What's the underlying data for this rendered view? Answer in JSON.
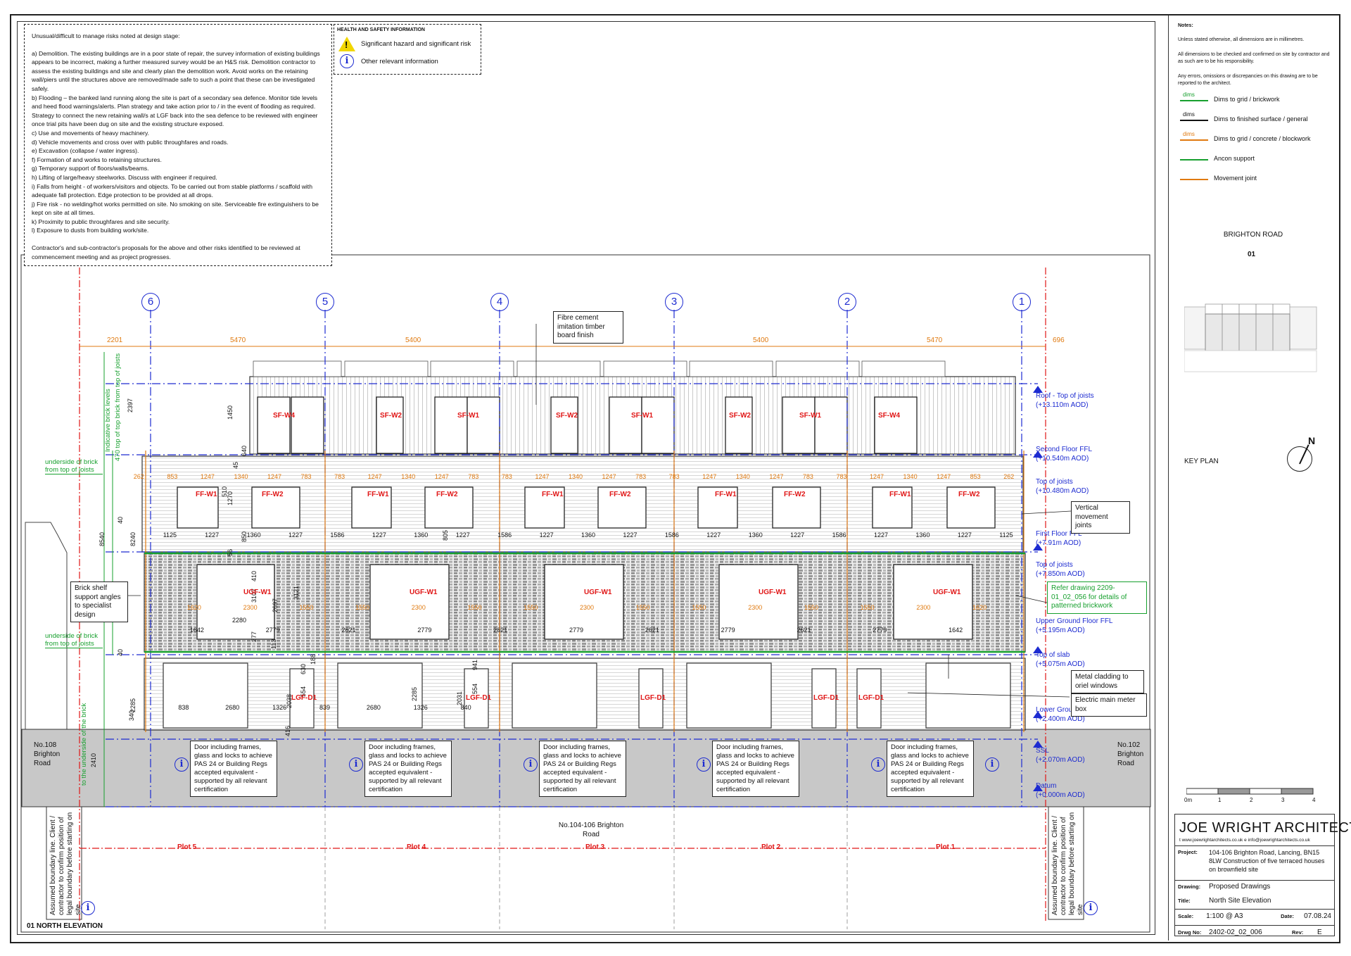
{
  "risks": {
    "heading": "Unusual/difficult to manage risks noted at design stage:",
    "items": [
      "a) Demolition. The existing buildings are in a poor state of repair, the survey information of existing buildings appears to be incorrect, making a further measured survey would be an H&S risk. Demolition contractor to assess the existing buildings and site and clearly plan the demolition work. Avoid works on the retaining wall/piers until the structures above are removed/made safe to such a point that these can be investigated safely.",
      "b) Flooding – the banked land running along the site is part of a secondary sea defence. Monitor tide levels and heed flood warnings/alerts. Plan strategy and take action prior to / in the event of flooding as required. Strategy to connect the new retaining wall/s at LGF back into the sea defence to be reviewed with engineer once trial pits have been dug on site and the existing structure exposed.",
      "c) Use and movements of heavy machinery.",
      "d) Vehicle movements and cross over with public throughfares and roads.",
      "e) Excavation (collapse / water ingress).",
      "f) Formation of and works to retaining structures.",
      "g) Temporary support of floors/walls/beams.",
      "h) Lifting of large/heavy steelworks. Discuss with engineer if required.",
      "i) Falls from height - of workers/visitors and objects. To be carried out from stable platforms / scaffold with adequate fall protection. Edge protection to be provided at all drops.",
      "j) Fire risk - no welding/hot works permitted on site. No smoking on site. Serviceable fire extinguishers to be kept on site at all times.",
      "k) Proximity to public throughfares and site security.",
      "l) Exposure to dusts from building work/site."
    ],
    "footer": "Contractor's and sub-contractor's proposals for the above and other risks identified to be reviewed at commencement meeting and as project progresses."
  },
  "hs": {
    "title": "HEALTH AND SAFETY INFORMATION",
    "hazard": "Significant hazard and significant risk",
    "info": "Other relevant information",
    "info_glyph": "i"
  },
  "notes": {
    "title": "Notes:",
    "lines": [
      "Unless stated otherwise, all dimensions are in millimetres.",
      "All dimensions to be checked and confirmed on site by contractor and as such are to be his responsibility.",
      "Any errors, omissions or discrepancies on this drawing are to be reported to the architect."
    ],
    "legend": [
      {
        "tag": "dims",
        "label": "Dims to grid / brickwork",
        "color": "#17a02e"
      },
      {
        "tag": "dims",
        "label": "Dims to finished surface / general",
        "color": "#111111"
      },
      {
        "tag": "dims",
        "label": "Dims to grid / concrete / blockwork",
        "color": "#e07a10"
      },
      {
        "tag": "",
        "label": "Ancon support",
        "color": "#17a02e"
      },
      {
        "tag": "",
        "label": "Movement joint",
        "color": "#e07a10"
      }
    ]
  },
  "keyplan": {
    "road": "BRIGHTON ROAD",
    "ref": "01",
    "label": "KEY PLAN",
    "north": "N"
  },
  "scalebar": [
    "0m",
    "1",
    "2",
    "3",
    "4"
  ],
  "titleblock": {
    "firm": "JOE WRIGHT ARCHITECTS",
    "contact": "t www.joewrightarchitects.co.uk   e info@joewrightarchitects.co.uk",
    "project_label": "Project:",
    "project": "104-106 Brighton Road, Lancing, BN15 8LW Construction of five terraced houses on brownfield site",
    "drawing_label": "Drawing:",
    "drawing": "Proposed Drawings",
    "title_label": "Title:",
    "title": "North Site Elevation",
    "scale_label": "Scale:",
    "scale": "1:100 @ A3",
    "date_label": "Date:",
    "date": "07.08.24",
    "drgno_label": "Drwg No:",
    "drgno": "2402-02_02_006",
    "rev_label": "Rev:",
    "rev": "E"
  },
  "elevation": {
    "caption": "01 NORTH ELEVATION",
    "grids": [
      "6",
      "5",
      "4",
      "3",
      "2",
      "1"
    ],
    "top_dims": [
      "2201",
      "5470",
      "5400",
      "5400",
      "5400",
      "5470",
      "696"
    ],
    "second_floor_dims": [
      "262",
      "853",
      "1247",
      "1340",
      "1247",
      "783",
      "783",
      "1247",
      "1340",
      "1247",
      "783",
      "783",
      "1247",
      "1340",
      "1247",
      "783",
      "783",
      "1247",
      "1340",
      "1247",
      "783",
      "783",
      "1247",
      "1340",
      "1247",
      "853",
      "262"
    ],
    "first_floor_dims": [
      "1125",
      "1227",
      "1360",
      "1227",
      "1586",
      "1227",
      "1360",
      "1227",
      "1586",
      "1227",
      "1360",
      "1227",
      "1586",
      "1227",
      "1360",
      "1227",
      "1586",
      "1227",
      "1360",
      "1227",
      "1125"
    ],
    "ugf_dims": [
      "1620",
      "2300",
      "1550",
      "1550",
      "2300",
      "1550",
      "1550",
      "2300",
      "1550",
      "1550",
      "2300",
      "1550",
      "1550",
      "2300",
      "1620"
    ],
    "ugf_sub_dims": [
      "1642",
      "2779",
      "2621",
      "2779",
      "2621",
      "2779",
      "2621",
      "2779",
      "2621",
      "2779",
      "1642"
    ],
    "lgf_dims": [
      "838",
      "2680",
      "1326",
      "839",
      "2680",
      "1326",
      "840"
    ],
    "vertical_dims": [
      "2397",
      "1450",
      "640",
      "45",
      "1270",
      "510",
      "40",
      "850",
      "805",
      "8240",
      "8540",
      "56",
      "410",
      "3107",
      "3121",
      "2697",
      "277",
      "113",
      "40",
      "188",
      "630",
      "554",
      "2038",
      "2285",
      "2285",
      "941",
      "554",
      "2031",
      "340",
      "416",
      "2410"
    ],
    "inline_dims": [
      "2280"
    ],
    "sf_windows": [
      "SF-W4",
      "SF-W2",
      "SF-W1",
      "SF-W2",
      "SF-W1",
      "SF-W2",
      "SF-W1",
      "SF-W4"
    ],
    "ff_windows": [
      "FF-W1",
      "FF-W2",
      "FF-W1",
      "FF-W2",
      "FF-W1",
      "FF-W2",
      "FF-W1",
      "FF-W2",
      "FF-W1",
      "FF-W2"
    ],
    "ugf_windows": [
      "UGF-W1",
      "UGF-W1",
      "UGF-W1",
      "UGF-W1",
      "UGF-W1"
    ],
    "lgf_doors": [
      "LGF-D1",
      "LGF-D1",
      "LGF-D1",
      "LGF-D1",
      "LGF-D1"
    ],
    "levels": [
      {
        "name": "Roof - Top of joists",
        "value": "(+13.110m AOD)"
      },
      {
        "name": "Second Floor FFL",
        "value": "(+10.540m AOD)"
      },
      {
        "name": "Top of joists",
        "value": "(+10.480m AOD)"
      },
      {
        "name": "First Floor FFL",
        "value": "(+7.91m AOD)"
      },
      {
        "name": "Top of joists",
        "value": "(+7.850m AOD)"
      },
      {
        "name": "Upper Ground Floor FFL",
        "value": "(+5.195m AOD)"
      },
      {
        "name": "Top of slab",
        "value": "(+5.075m AOD)"
      },
      {
        "name": "Lower Ground Floor FFL",
        "value": "(+2.400m AOD)"
      },
      {
        "name": "SSL",
        "value": "(+2.070m AOD)"
      },
      {
        "name": "Datum",
        "value": "(+0.000m AOD)"
      }
    ],
    "callouts": {
      "fibre_cement": "Fibre cement imitation timber board finish",
      "movement_joints": "Vertical movement joints",
      "brick_shelf": "Brick shelf support angles to specialist design",
      "patterned_brick": "Refer drawing 2209-01_02_056 for details of patterned brickwork",
      "metal_cladding": "Metal cladding to oriel windows",
      "meter_box": "Electric main meter box",
      "door_note": "Door including frames, glass and locks to achieve PAS 24 or Building Regs accepted equivalent - supported by all relevant certification"
    },
    "green_notes": {
      "brick_levels": "Indicative brick levels",
      "top_of_brick": "470 top of top brick from top of joists",
      "underside_1": "underside of brick from top of joists",
      "underside_2": "underside of brick from top of joists",
      "underside_brick": "to the underside of the brick"
    },
    "neighbours": {
      "left": "No.108 Brighton Road",
      "right": "No.102 Brighton Road",
      "site": "No.104-106 Brighton Road"
    },
    "plots": [
      "Plot 5",
      "Plot 4",
      "Plot 3",
      "Plot 2",
      "Plot 1"
    ],
    "boundary_note": "Assumed boundary line. Client / contractor to confirm position of legal boundary before starting on site"
  },
  "colors": {
    "grid": "#1d2bd1",
    "movement": "#e07a10",
    "ancon": "#17a02e",
    "boundary": "#e01616",
    "ground": "#c8c8c8"
  }
}
